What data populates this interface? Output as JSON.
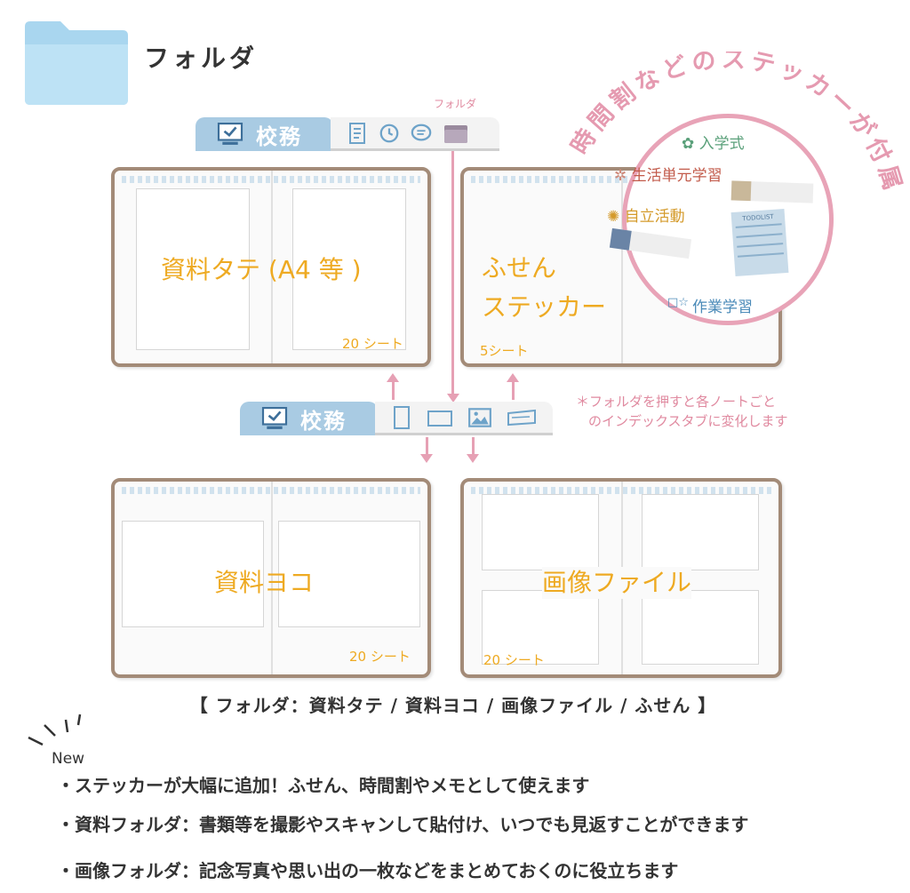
{
  "header": {
    "title": "フォルダ"
  },
  "top_tabbar": {
    "tab_label": "校務",
    "folder_label": "フォルダ",
    "icons": [
      "monitor-check-icon",
      "document-icon",
      "clock-icon",
      "speech-bubble-icon",
      "folder-icon"
    ]
  },
  "bottom_tabbar": {
    "tab_label": "校務",
    "icons": [
      "monitor-check-icon",
      "portrait-page-icon",
      "landscape-page-icon",
      "image-icon",
      "sticky-note-icon"
    ]
  },
  "books": {
    "portrait": {
      "label": "資料タテ (A4 等 )",
      "sheets": "20 シート"
    },
    "sticky": {
      "label_line1": "ふせん",
      "label_line2": "ステッカー",
      "sheets": "5シート"
    },
    "landscape": {
      "label": "資料ヨコ",
      "sheets": "20 シート"
    },
    "image": {
      "label": "画像ファイル",
      "sheets": "20 シート"
    }
  },
  "note": {
    "line1": "＊フォルダを押すと各ノートごと",
    "line2": "のインデックスタブに変化します"
  },
  "sticker_promo": {
    "arc_text": "時間割などのステッカーが付属",
    "items": [
      "入学式",
      "生活単元学習",
      "自立活動",
      "作業学習"
    ],
    "todo_label": "TODOLIST"
  },
  "caption": "【 フォルダ：資料タテ / 資料ヨコ / 画像ファイル / ふせん 】",
  "new_section": {
    "badge": "New",
    "bullets": [
      "・ステッカーが大幅に追加！ふせん、時間割やメモとして使えます",
      "・資料フォルダ：書類等を撮影やスキャンして貼付け、いつでも見返すことができます",
      "・画像フォルダ：記念写真や思い出の一枚などをまとめておくのに役立ちます"
    ]
  },
  "colors": {
    "tab_blue": "#a9cbe3",
    "book_border": "#a38b78",
    "label_orange": "#eeaa22",
    "accent_pink": "#e6a0b4",
    "folder_blue": "#a9d6ef"
  }
}
